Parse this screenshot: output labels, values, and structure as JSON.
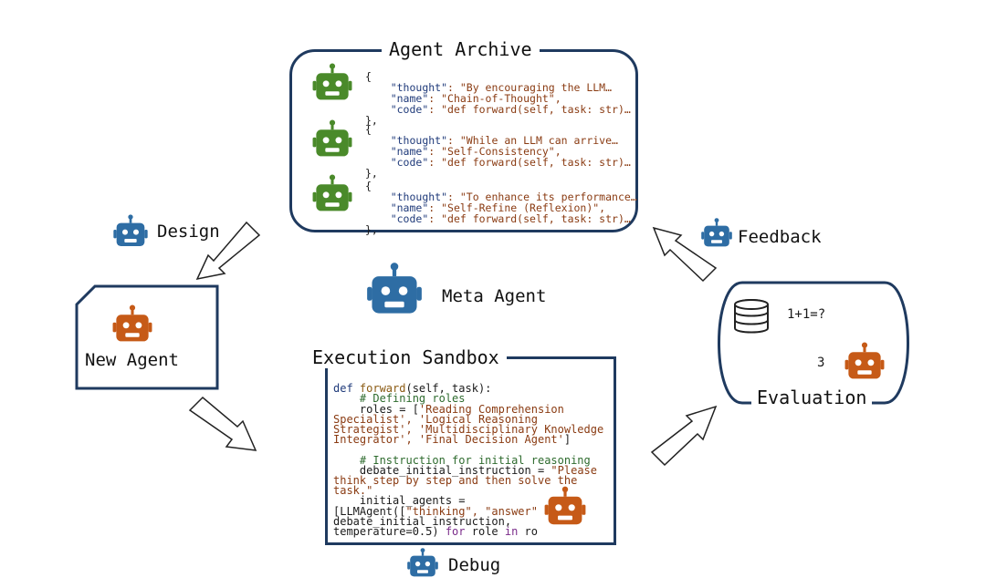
{
  "archive": {
    "title": "Agent Archive",
    "entries": [
      {
        "open": "{",
        "thought_key": "\"thought\"",
        "thought_val": ": \"By encouraging the LLM…",
        "name_key": "\"name\"",
        "name_val": ": \"Chain-of-Thought\",",
        "code_key": "\"code\"",
        "code_val": ": \"def forward(self, task: str)…",
        "close": "},"
      },
      {
        "open": "{",
        "thought_key": "\"thought\"",
        "thought_val": ": \"While an LLM can arrive…",
        "name_key": "\"name\"",
        "name_val": ": \"Self-Consistency\",",
        "code_key": "\"code\"",
        "code_val": ": \"def forward(self, task: str)…",
        "close": "},"
      },
      {
        "open": "{",
        "thought_key": "\"thought\"",
        "thought_val": ": \"To enhance its performance…",
        "name_key": "\"name\"",
        "name_val": ": \"Self-Refine (Reflexion)\",",
        "code_key": "\"code\"",
        "code_val": ": \"def forward(self, task: str)…",
        "close": "},"
      }
    ]
  },
  "design_label": "Design",
  "feedback_label": "Feedback",
  "meta_agent_label": "Meta Agent",
  "new_agent_label": "New Agent",
  "sandbox": {
    "title": "Execution Sandbox",
    "lines": {
      "l1a": "def ",
      "l1b": "forward",
      "l1c": "(self, task):",
      "l2": "    # Defining roles",
      "l3a": "    roles = [",
      "l3b": "'Reading Comprehension",
      "l4": "Specialist', 'Logical Reasoning",
      "l5": "Strategist', 'Multidisciplinary Knowledge",
      "l6a": "Integrator', 'Final Decision Agent'",
      "l6b": "]",
      "l7": "    # Instruction for initial reasoning",
      "l8a": "    debate_initial_instruction = ",
      "l8b": "\"Please",
      "l9": "think step by step and then solve the",
      "l10": "task.\"",
      "l11": "    initial_agents =",
      "l12a": "[LLMAgent([",
      "l12b": "\"thinking\", \"answer\"",
      "l13": "debate_initial_instruction,",
      "l14a": "temperature=0.5) ",
      "l14b": "for",
      "l14c": " role ",
      "l14d": "in",
      "l14e": " ro"
    }
  },
  "debug_label": "Debug",
  "evaluation": {
    "title": "Evaluation",
    "question": "1+1=?",
    "answer": "3"
  },
  "colors": {
    "robot_green": "#4a8a2a",
    "robot_blue": "#2e6da4",
    "robot_orange": "#c65a17",
    "border": "#1f3a5f"
  }
}
